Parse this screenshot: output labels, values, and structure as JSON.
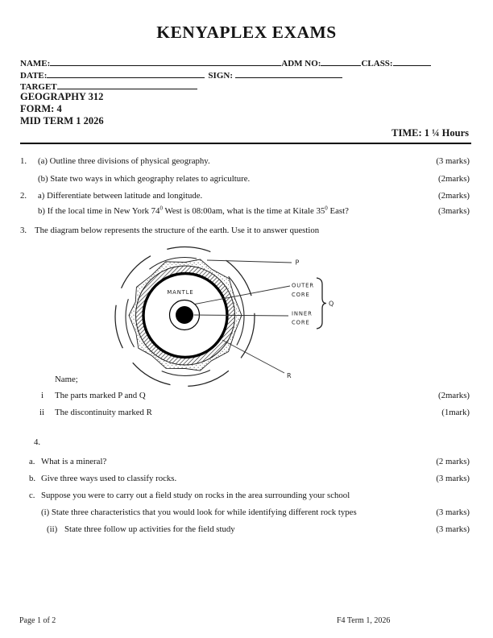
{
  "ink_color": "#151515",
  "header": {
    "title": "KENYAPLEX EXAMS",
    "name_label": "NAME:",
    "adm_label": "ADM NO:",
    "class_label": "CLASS:",
    "date_label": "DATE:",
    "sign_label": "SIGN:",
    "target_label": "TARGET",
    "subject": "GEOGRAPHY 312",
    "form": "FORM: 4",
    "term": "MID TERM 1 2026",
    "time": "TIME: 1 ¼ Hours"
  },
  "questions": {
    "q1a": {
      "num": "1.",
      "text": "(a) Outline three divisions of physical geography.",
      "marks": "(3 marks)"
    },
    "q1b": {
      "text": "(b) State two ways in which geography relates to agriculture.",
      "marks": "(2marks)"
    },
    "q2a": {
      "num": "2.",
      "text": "a) Differentiate between latitude and longitude.",
      "marks": "(2marks)"
    },
    "q2b": {
      "pre": "b) If the local time in New York 74",
      "sup1": "0",
      "mid": " West is 08:00am, what is the time at Kitale 35",
      "sup2": "0",
      "post": " East?",
      "marks": "(3marks)"
    },
    "q3": {
      "num": "3.",
      "text": "The diagram below represents the structure of the earth. Use it to answer question"
    },
    "name_heading": "Name;",
    "q3i": {
      "num": "i",
      "text": "The parts marked P and Q",
      "marks": "(2marks)"
    },
    "q3ii": {
      "num": "ii",
      "text": "The discontinuity marked R",
      "marks": "(1mark)"
    },
    "q4_label": "4.",
    "q4a": {
      "num": "a.",
      "text": "What is a mineral?",
      "marks": "(2 marks)"
    },
    "q4b": {
      "num": "b.",
      "text": "Give three ways used to classify rocks.",
      "marks": "(3 marks)"
    },
    "q4c": {
      "num": "c.",
      "text": "Suppose you were to carry out a field study on rocks in the area surrounding your school"
    },
    "q4ci": {
      "text": "(i) State three characteristics that you would look for while identifying different rock types",
      "marks": "(3 marks)"
    },
    "q4cii": {
      "num": "(ii)",
      "text": "State three follow up activities for the field study",
      "marks": "(3 marks)"
    }
  },
  "diagram": {
    "mantle_label": "MANTLE",
    "outer_core_line1": "OUTER",
    "outer_core_line2": "CORE",
    "inner_core_line1": "INNER",
    "inner_core_line2": "CORE",
    "label_p": "P",
    "label_q": "Q",
    "label_r": "R"
  },
  "footer": {
    "page_text": "Page 1 of 2",
    "right_text": "F4 Term 1, 2026"
  }
}
